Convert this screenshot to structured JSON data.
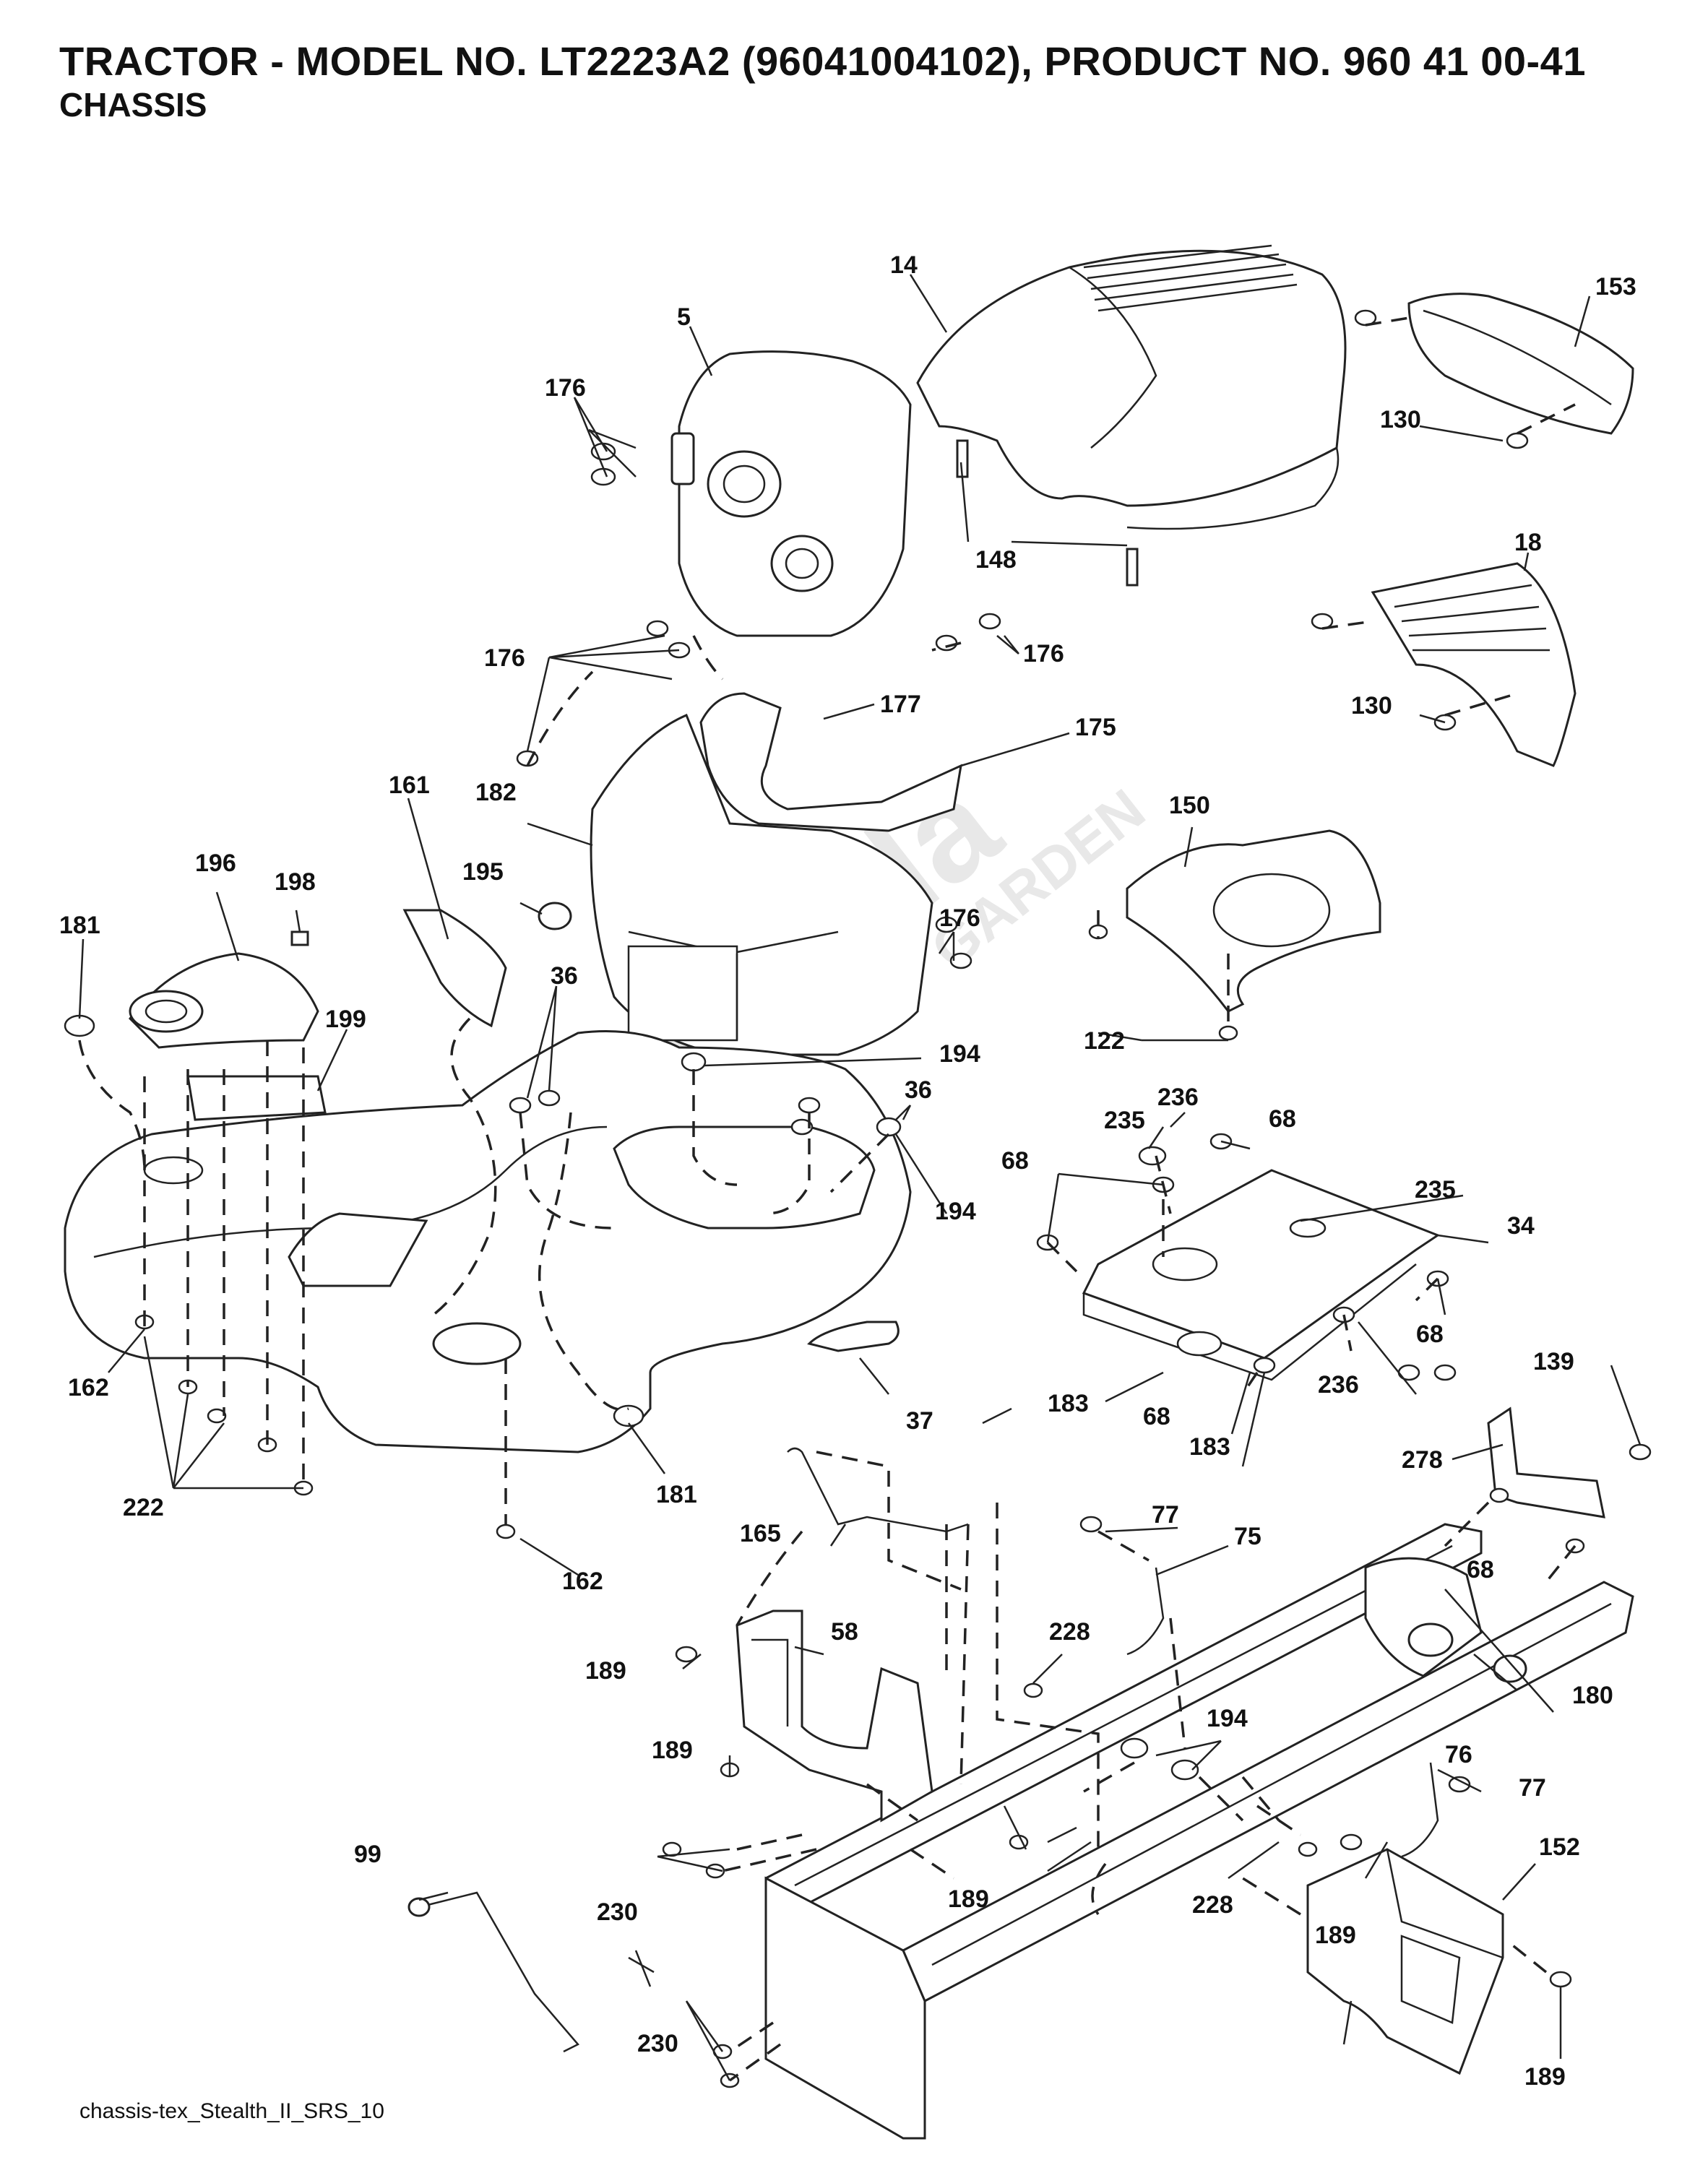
{
  "header": {
    "title": "TRACTOR - MODEL NO. LT2223A2 (96041004102), PRODUCT NO. 960 41 00-41",
    "subtitle": "CHASSIS"
  },
  "footer": {
    "drawing_ref": "chassis-tex_Stealth_II_SRS_10"
  },
  "watermark": {
    "text": "Partzilla",
    "subtext": "GARDEN"
  },
  "callouts": [
    {
      "id": "c14",
      "label": "14"
    },
    {
      "id": "c153",
      "label": "153"
    },
    {
      "id": "c5",
      "label": "5"
    },
    {
      "id": "c176a",
      "label": "176"
    },
    {
      "id": "c130a",
      "label": "130"
    },
    {
      "id": "c148",
      "label": "148"
    },
    {
      "id": "c18",
      "label": "18"
    },
    {
      "id": "c176b",
      "label": "176"
    },
    {
      "id": "c176c",
      "label": "176"
    },
    {
      "id": "c130b",
      "label": "130"
    },
    {
      "id": "c177",
      "label": "177"
    },
    {
      "id": "c175",
      "label": "175"
    },
    {
      "id": "c161",
      "label": "161"
    },
    {
      "id": "c182",
      "label": "182"
    },
    {
      "id": "c150",
      "label": "150"
    },
    {
      "id": "c196",
      "label": "196"
    },
    {
      "id": "c198",
      "label": "198"
    },
    {
      "id": "c195",
      "label": "195"
    },
    {
      "id": "c176d",
      "label": "176"
    },
    {
      "id": "c181a",
      "label": "181"
    },
    {
      "id": "c199",
      "label": "199"
    },
    {
      "id": "c36a",
      "label": "36"
    },
    {
      "id": "c122",
      "label": "122"
    },
    {
      "id": "c194a",
      "label": "194"
    },
    {
      "id": "c36b",
      "label": "36"
    },
    {
      "id": "c235a",
      "label": "235"
    },
    {
      "id": "c236a",
      "label": "236"
    },
    {
      "id": "c68a",
      "label": "68"
    },
    {
      "id": "c68b",
      "label": "68"
    },
    {
      "id": "c235b",
      "label": "235"
    },
    {
      "id": "c194b",
      "label": "194"
    },
    {
      "id": "c34",
      "label": "34"
    },
    {
      "id": "c162a",
      "label": "162"
    },
    {
      "id": "c68c",
      "label": "68"
    },
    {
      "id": "c236b",
      "label": "236"
    },
    {
      "id": "c37",
      "label": "37"
    },
    {
      "id": "c183a",
      "label": "183"
    },
    {
      "id": "c68d",
      "label": "68"
    },
    {
      "id": "c139",
      "label": "139"
    },
    {
      "id": "c183b",
      "label": "183"
    },
    {
      "id": "c278",
      "label": "278"
    },
    {
      "id": "c222",
      "label": "222"
    },
    {
      "id": "c181b",
      "label": "181"
    },
    {
      "id": "c77a",
      "label": "77"
    },
    {
      "id": "c165",
      "label": "165"
    },
    {
      "id": "c75",
      "label": "75"
    },
    {
      "id": "c68e",
      "label": "68"
    },
    {
      "id": "c162b",
      "label": "162"
    },
    {
      "id": "c228a",
      "label": "228"
    },
    {
      "id": "c58",
      "label": "58"
    },
    {
      "id": "c189a",
      "label": "189"
    },
    {
      "id": "c180",
      "label": "180"
    },
    {
      "id": "c194c",
      "label": "194"
    },
    {
      "id": "c76",
      "label": "76"
    },
    {
      "id": "c189b",
      "label": "189"
    },
    {
      "id": "c77b",
      "label": "77"
    },
    {
      "id": "c99",
      "label": "99"
    },
    {
      "id": "c152",
      "label": "152"
    },
    {
      "id": "c189c",
      "label": "189"
    },
    {
      "id": "c228b",
      "label": "228"
    },
    {
      "id": "c230a",
      "label": "230"
    },
    {
      "id": "c189d",
      "label": "189"
    },
    {
      "id": "c230b",
      "label": "230"
    },
    {
      "id": "c189e",
      "label": "189"
    }
  ]
}
